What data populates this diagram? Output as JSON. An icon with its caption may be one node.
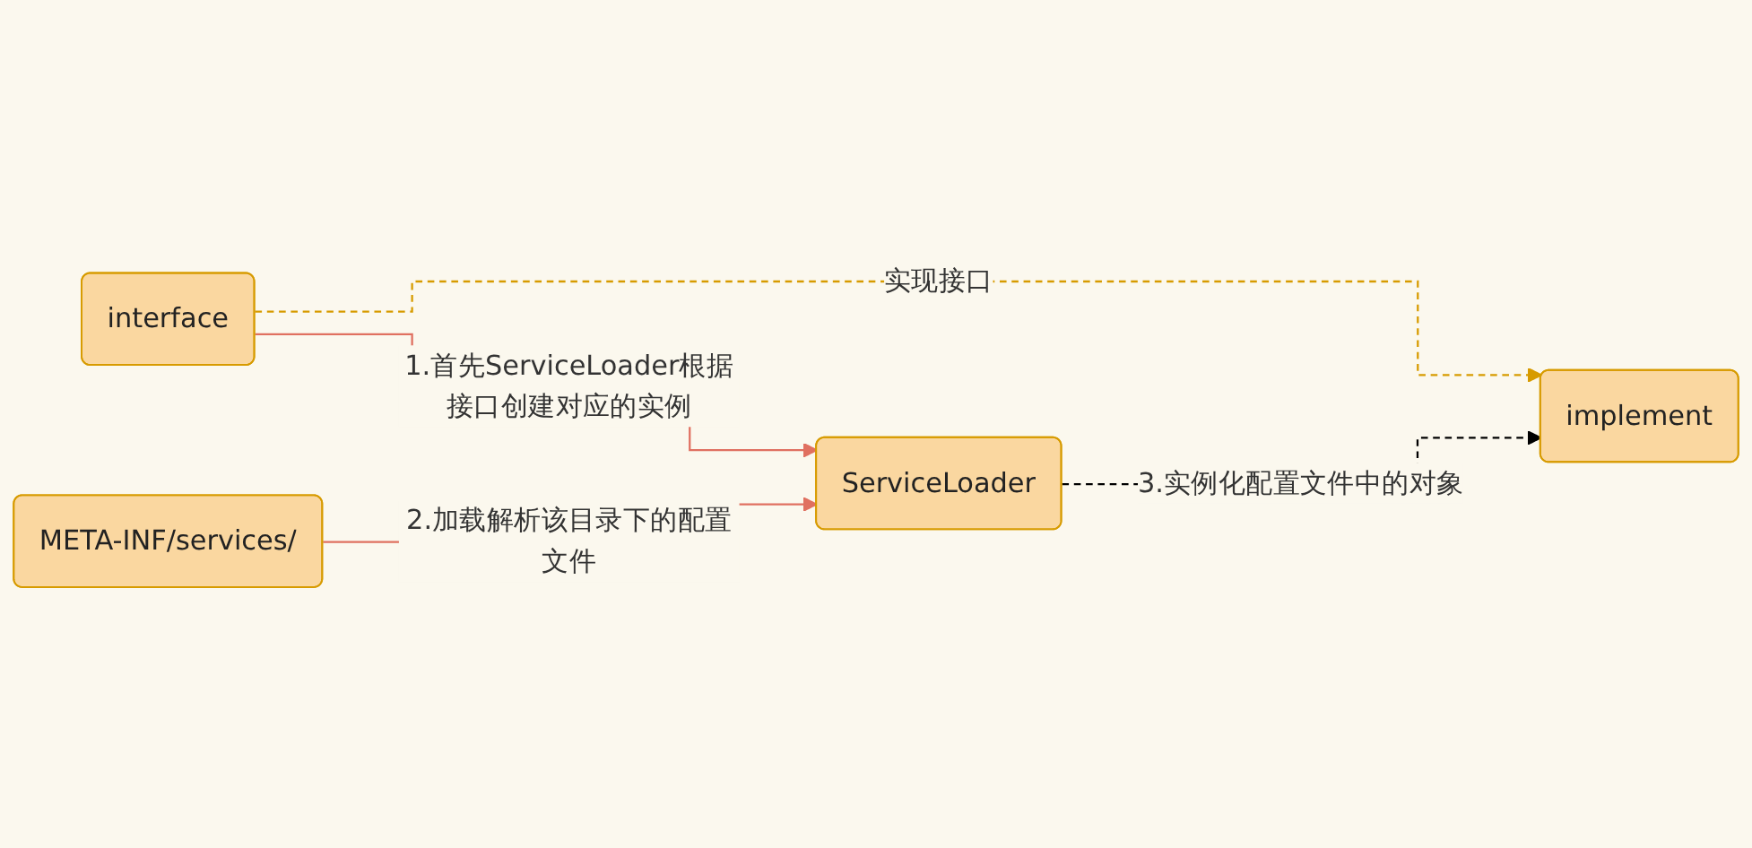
{
  "diagram": {
    "nodes": [
      {
        "text": [
          "interface"
        ]
      },
      {
        "text": [
          "ServiceLoader"
        ]
      },
      {
        "text": [
          "META-INF/services/"
        ]
      },
      {
        "text": [
          "implement"
        ]
      }
    ],
    "edges": [
      {
        "from": 0,
        "to": 1,
        "arrow": "to",
        "label": "1.首先ServiceLoader根据接口创建对应的实例",
        "color": "#e07060"
      },
      {
        "from": 2,
        "to": 1,
        "arrow": "to",
        "label": "2.加载解析该目录下的配置文件",
        "color": "#e07060"
      },
      {
        "from": 0,
        "to": 3,
        "arrow": "to",
        "label": "实现接口",
        "style": "dashed",
        "color": "#d79b00"
      },
      {
        "from": 1,
        "to": 3,
        "arrow": "to",
        "label": "3.实例化配置文件中的对象",
        "style": "dashed",
        "color": "#000000"
      }
    ]
  }
}
